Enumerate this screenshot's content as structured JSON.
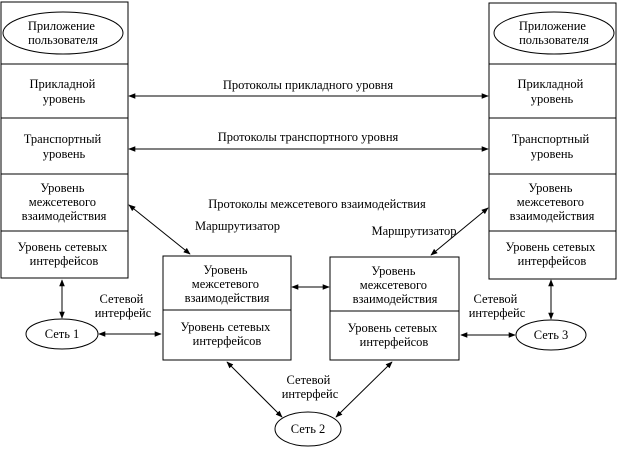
{
  "stack_left": {
    "app": [
      "Приложение",
      "пользователя"
    ],
    "application": [
      "Прикладной",
      "уровень"
    ],
    "transport": [
      "Транспортный",
      "уровень"
    ],
    "internet": [
      "Уровень",
      "межсетевого",
      "взаимодействия"
    ],
    "network_if": [
      "Уровень сетевых",
      "интерфейсов"
    ]
  },
  "stack_right": {
    "app": [
      "Приложение",
      "пользователя"
    ],
    "application": [
      "Прикладной",
      "уровень"
    ],
    "transport": [
      "Транспортный",
      "уровень"
    ],
    "internet": [
      "Уровень",
      "межсетевого",
      "взаимодействия"
    ],
    "network_if": [
      "Уровень сетевых",
      "интерфейсов"
    ]
  },
  "router_left": {
    "internet": [
      "Уровень",
      "межсетевого",
      "взаимодействия"
    ],
    "network_if": [
      "Уровень сетевых",
      "интерфейсов"
    ]
  },
  "router_right": {
    "internet": [
      "Уровень",
      "межсетевого",
      "взаимодействия"
    ],
    "network_if": [
      "Уровень сетевых",
      "интерфейсов"
    ]
  },
  "protocols": {
    "application": "Протоколы прикладного уровня",
    "transport": "Протоколы транспортного уровня",
    "internet": "Протоколы межсетевого взаимодействия"
  },
  "router_label_left": "Маршрутизатор",
  "router_label_right": "Маршрутизатор",
  "net_if_left": [
    "Сетевой",
    "интерфейс"
  ],
  "net_if_right": [
    "Сетевой",
    "интерфейс"
  ],
  "net_if_bottom": [
    "Сетевой",
    "интерфейс"
  ],
  "networks": {
    "net1": "Сеть 1",
    "net2": "Сеть 2",
    "net3": "Сеть 3"
  }
}
